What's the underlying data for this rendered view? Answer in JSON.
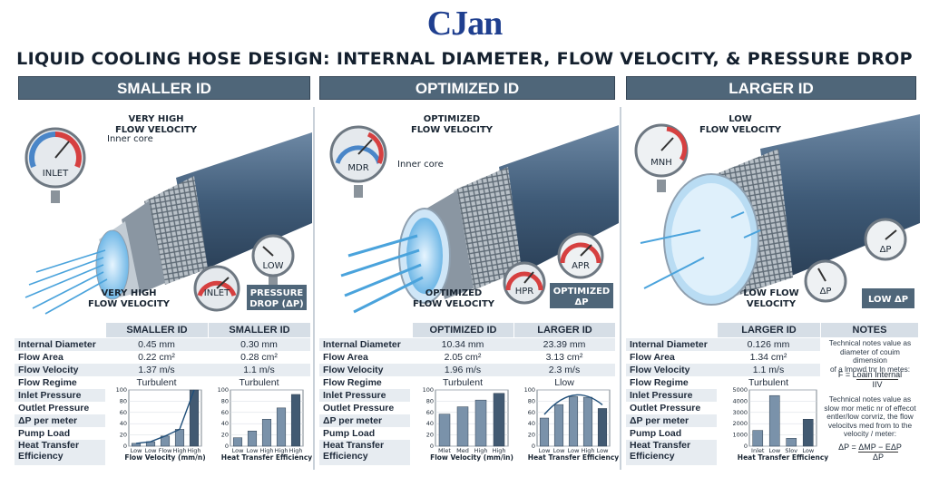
{
  "logo": "CJan",
  "title": "LIQUID COOLING HOSE DESIGN: INTERNAL DIAMETER, FLOW VELOCITY, & PRESSURE DROP",
  "panels": [
    {
      "header": "SMALLER ID",
      "gauge_top": "INLET",
      "gauge_mid": "LOW",
      "gauge_bot": "INLET",
      "label_velocity_top": [
        "VERY HIGH",
        "FLOW VELOCITY"
      ],
      "label_core": "Inner core",
      "label_velocity_bottom": [
        "VERY HIGH",
        "FLOW VELOCITY"
      ],
      "badge": [
        "PRESSURE",
        "DROP (ΔP)"
      ]
    },
    {
      "header": "OPTIMIZED ID",
      "gauge_top": "MDR",
      "gauge_mid": "APR",
      "gauge_bot": "HPR",
      "label_velocity_top": [
        "OPTIMIZED",
        "FLOW VELOCITY"
      ],
      "label_core": "Inner core",
      "label_velocity_bottom": [
        "OPTIMIZED",
        "FLOW VELOCITY"
      ],
      "badge": [
        "OPTIMIZED",
        "ΔP"
      ]
    },
    {
      "header": "LARGER ID",
      "gauge_top": "MNH",
      "gauge_mid": "ΔP",
      "gauge_bot": "ΔP",
      "label_velocity_top": [
        "LOW",
        "FLOW VELOCITY"
      ],
      "label_velocity_bottom": [
        "LOW FLOW",
        "VELOCITY"
      ],
      "badge": [
        "LOW ΔP"
      ]
    }
  ],
  "row_labels": [
    "Internal Diameter",
    "Flow Area",
    "Flow Velocity",
    "Flow Regime",
    "Inlet Pressure",
    "Outlet Pressure",
    "ΔP per meter",
    "Pump Load",
    "Heat Transfer Efficiency"
  ],
  "tables": [
    {
      "headers": [
        "SMALLER ID",
        "SMALLER ID"
      ],
      "cols": [
        [
          "0.45 mm",
          "0.22 cm²",
          "1.37 m/s",
          "Turbulent"
        ],
        [
          "0.30 mm",
          "0.28 cm²",
          "1.1 m/s",
          "Turbulent"
        ]
      ]
    },
    {
      "headers": [
        "OPTIMIZED ID",
        "LARGER ID"
      ],
      "cols": [
        [
          "10.34 mm",
          "2.05 cm²",
          "1.96 m/s",
          "Turbulent"
        ],
        [
          "23.39 mm",
          "3.13 cm²",
          "2.3 m/s",
          "Llow"
        ]
      ]
    },
    {
      "headers": [
        "LARGER ID",
        "NOTES"
      ],
      "cols": [
        [
          "0.126 mm",
          "1.34 cm²",
          "1.1 m/s",
          "Turbulent"
        ]
      ],
      "notes_top": [
        "Technical notes value as",
        "diameter of couim dimension",
        "of a lmowd tnr ln metes:"
      ],
      "formula_top": [
        "F = Loain Internal",
        "IIV"
      ],
      "notes_bottom": [
        "Technical notes value as",
        "slow mor metic nr of effecot",
        "entler/low corvriz, the flow",
        "velocitvs med from to the",
        "velocity / meter:"
      ],
      "formula_bottom": [
        "ΔP = ΔMP − EΔP",
        "ΔP"
      ]
    }
  ],
  "chart_data": [
    {
      "type": "bar",
      "categories": [
        "Low",
        "Low",
        "Flow",
        "High",
        "High"
      ],
      "values": [
        5,
        8,
        18,
        30,
        100
      ],
      "trend": "exponential",
      "xlabel": "Flow Velocity (mm/n)",
      "ylim": [
        0,
        100
      ],
      "yticks": [
        0,
        20,
        40,
        60,
        80,
        100
      ]
    },
    {
      "type": "bar",
      "categories": [
        "Low",
        "Low",
        "High",
        "High",
        "High"
      ],
      "values": [
        15,
        27,
        48,
        68,
        92
      ],
      "xlabel": "Heat Transfer Efficiency",
      "ylim": [
        0,
        100
      ],
      "yticks": [
        0,
        20,
        40,
        60,
        80,
        100
      ]
    },
    {
      "type": "bar",
      "categories": [
        "Mlet",
        "Med",
        "High",
        "High"
      ],
      "values": [
        57,
        70,
        82,
        94
      ],
      "xlabel": "Flow Velocity (mm/in)",
      "ylim": [
        0,
        100
      ],
      "yticks": [
        0,
        20,
        40,
        60,
        80,
        100
      ]
    },
    {
      "type": "bar",
      "categories": [
        "Low",
        "Low",
        "Low",
        "High",
        "Low"
      ],
      "values": [
        50,
        74,
        88,
        87,
        67
      ],
      "trend": "arc",
      "xlabel": "Heat Transfer Efficiency",
      "ylim": [
        0,
        100
      ],
      "yticks": [
        0,
        20,
        40,
        60,
        80,
        100
      ]
    },
    {
      "type": "bar",
      "categories": [
        "Inlet",
        "Low",
        "Slov",
        "Low"
      ],
      "values": [
        1400,
        4500,
        700,
        2400
      ],
      "xlabel": "Heat Transfer Efficiency",
      "ylim": [
        0,
        5000
      ],
      "yticks": [
        0,
        1000,
        2000,
        3000,
        4000,
        5000
      ]
    }
  ],
  "colors": {
    "header_bg": "#4f6679",
    "hose": "#3f5b78",
    "braid": "#9aa4ad",
    "bar": "#7a92aa",
    "bar_dark": "#425a72",
    "flow_blue": "#4aa3dc",
    "gauge_red": "#d64040"
  }
}
